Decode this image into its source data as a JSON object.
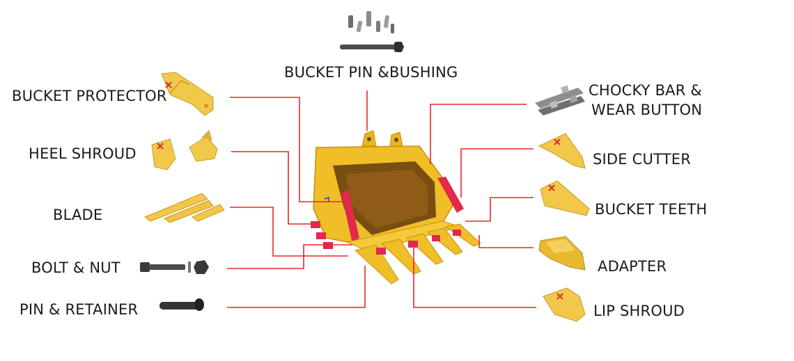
{
  "colors": {
    "bucket": "#f0be26",
    "bucket_dark": "#c98f12",
    "bucket_inner": "#7a4d10",
    "parts": "#f2c84a",
    "parts_dark": "#d9a52a",
    "wear_red": "#e0294d",
    "leader": "#e8262a",
    "steel": "#3a3a3a",
    "label_text": "#1a1a1a"
  },
  "labels": {
    "bucket_pin_bushing": "BUCKET PIN &BUSHING",
    "bucket_protector": "BUCKET PROTECTOR",
    "heel_shroud": "HEEL SHROUD",
    "blade": "BLADE",
    "bolt_nut": "BOLT & NUT",
    "pin_retainer": "PIN & RETAINER",
    "chocky_bar_line1": "CHOCKY BAR &",
    "chocky_bar_line2": "WEAR BUTTON",
    "side_cutter": "SIDE CUTTER",
    "bucket_teeth": "BUCKET TEETH",
    "adapter": "ADAPTER",
    "lip_shroud": "LIP SHROUD"
  },
  "icons": [
    "bucket-pin-bushing-icon",
    "bucket-protector-icon",
    "heel-shroud-icon",
    "blade-icon",
    "bolt-nut-icon",
    "pin-retainer-icon",
    "chocky-bar-wear-button-icon",
    "side-cutter-icon",
    "bucket-teeth-icon",
    "adapter-icon",
    "lip-shroud-icon",
    "excavator-bucket-image"
  ]
}
